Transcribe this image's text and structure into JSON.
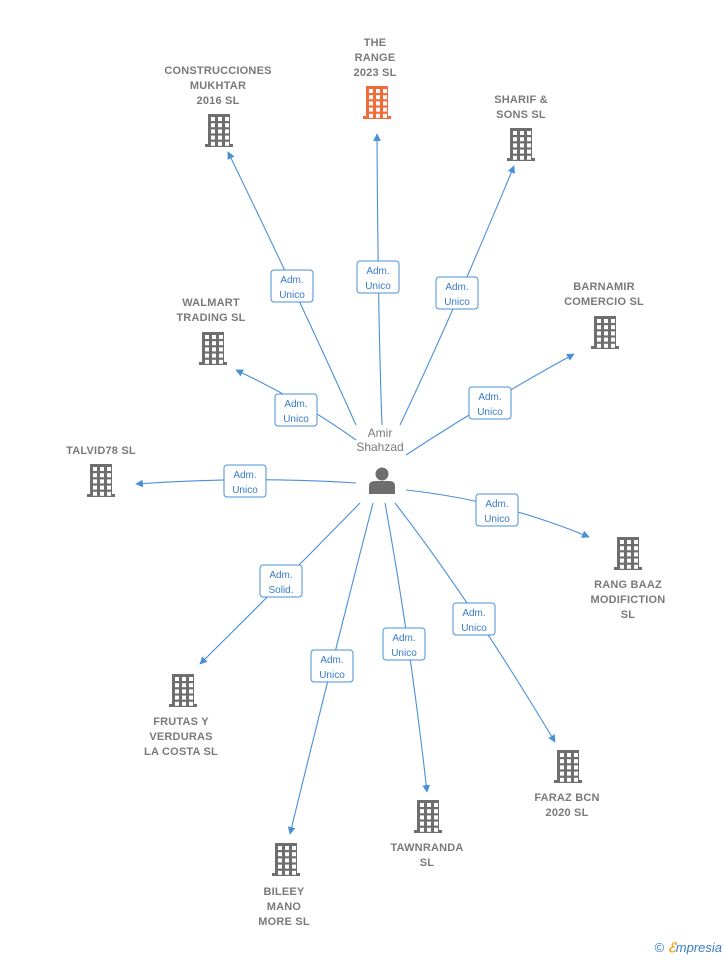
{
  "center": {
    "label_lines": [
      "Amir",
      "Shahzad"
    ]
  },
  "nodes": [
    {
      "id": "the-range",
      "label_lines": [
        "THE",
        "RANGE",
        "2023  SL"
      ],
      "color": "#f26b3a",
      "highlight": true,
      "edge_label": [
        "Adm.",
        "Unico"
      ]
    },
    {
      "id": "construcciones",
      "label_lines": [
        "CONSTRUCCIONES",
        "MUKHTAR",
        "2016  SL"
      ],
      "color": "#6e6e6e",
      "edge_label": [
        "Adm.",
        "Unico"
      ]
    },
    {
      "id": "sharif",
      "label_lines": [
        "SHARIF &",
        "SONS  SL"
      ],
      "color": "#6e6e6e",
      "edge_label": [
        "Adm.",
        "Unico"
      ]
    },
    {
      "id": "barnamir",
      "label_lines": [
        "BARNAMIR",
        "COMERCIO  SL"
      ],
      "color": "#6e6e6e",
      "edge_label": [
        "Adm.",
        "Unico"
      ]
    },
    {
      "id": "walmart",
      "label_lines": [
        "WALMART",
        "TRADING  SL"
      ],
      "color": "#6e6e6e",
      "edge_label": [
        "Adm.",
        "Unico"
      ]
    },
    {
      "id": "talvid",
      "label_lines": [
        "TALVID78  SL"
      ],
      "color": "#6e6e6e",
      "edge_label": [
        "Adm.",
        "Unico"
      ]
    },
    {
      "id": "rang-baaz",
      "label_lines": [
        "RANG BAAZ",
        "MODIFICTION",
        "SL"
      ],
      "color": "#6e6e6e",
      "edge_label": [
        "Adm.",
        "Unico"
      ]
    },
    {
      "id": "frutas",
      "label_lines": [
        "FRUTAS Y",
        "VERDURAS",
        "LA COSTA  SL"
      ],
      "color": "#6e6e6e",
      "edge_label": [
        "Adm.",
        "Solid."
      ]
    },
    {
      "id": "faraz",
      "label_lines": [
        "FARAZ BCN",
        "2020  SL"
      ],
      "color": "#6e6e6e",
      "edge_label": [
        "Adm.",
        "Unico"
      ]
    },
    {
      "id": "tawnranda",
      "label_lines": [
        "TAWNRANDA",
        "SL"
      ],
      "color": "#6e6e6e",
      "edge_label": [
        "Adm.",
        "Unico"
      ]
    },
    {
      "id": "bileey",
      "label_lines": [
        "BILEEY",
        "MANO",
        "MORE  SL"
      ],
      "color": "#6e6e6e",
      "edge_label": [
        "Adm.",
        "Unico"
      ]
    }
  ],
  "footer": {
    "copyright": "©",
    "brand_e": "ℰ",
    "brand_rest": "mpresia"
  },
  "colors": {
    "edge": "#4a90d9",
    "edge_text": "#3a7bc8",
    "company": "#6e6e6e",
    "highlight": "#f26b3a",
    "person": "#6e6e6e"
  }
}
